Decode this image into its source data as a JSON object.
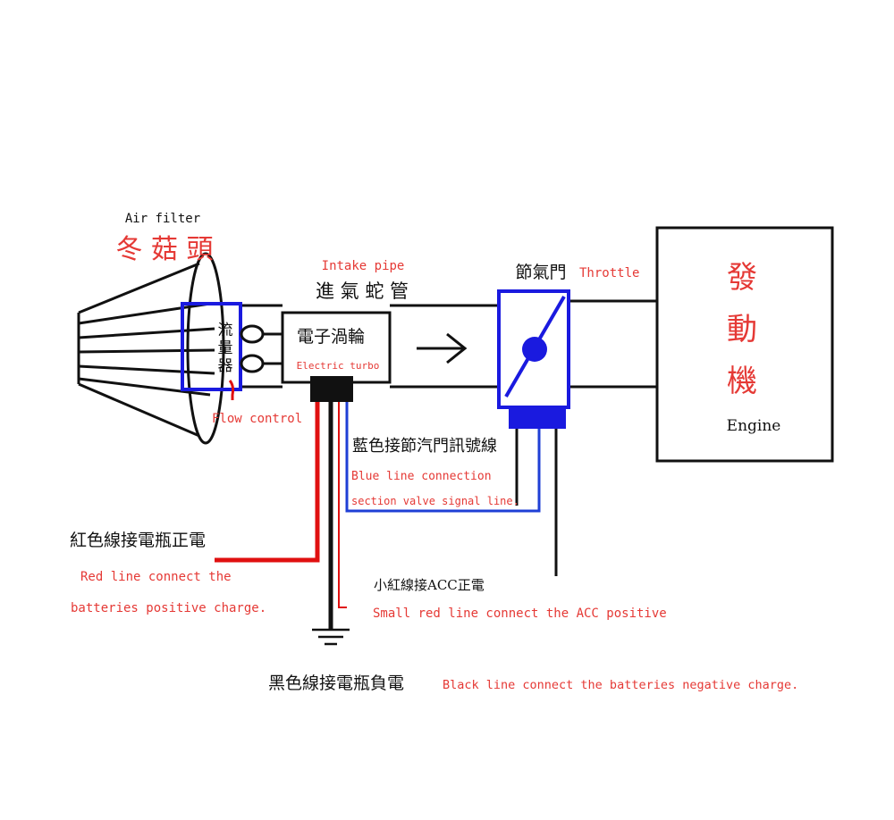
{
  "labels": {
    "air_filter_en": "Air filter",
    "air_filter_zh": "冬 菇 頭",
    "intake_pipe_en": "Intake pipe",
    "intake_pipe_zh": "進 氣 蛇 管",
    "flow_meter_zh_1": "流",
    "flow_meter_zh_2": "量",
    "flow_meter_zh_3": "器",
    "turbo_zh": "電子渦輪",
    "turbo_en": "Electric turbo",
    "throttle_zh": "節氣門",
    "throttle_en": "Throttle",
    "engine_zh_1": "發",
    "engine_zh_2": "動",
    "engine_zh_3": "機",
    "engine_en": "Engine",
    "flow_control_en": "Flow control",
    "blue_line_zh": "藍色接節汽門訊號線",
    "blue_line_en_1": "Blue line connection",
    "blue_line_en_2": "section valve signal line.",
    "red_line_zh": "紅色線接電瓶正電",
    "red_line_en_1": "Red line connect the",
    "red_line_en_2": "batteries positive charge.",
    "acc_line_zh": "小紅線接ACC正電",
    "acc_line_en": "Small red line connect the ACC positive",
    "black_line_zh": "黑色線接電瓶負電",
    "black_line_en": "Black line connect the batteries negative charge."
  },
  "colors": {
    "red": "#e53935",
    "blue": "#1a1adf",
    "black": "#111111",
    "wire_red": "#e01010",
    "wire_blue": "#1f3fd6"
  }
}
